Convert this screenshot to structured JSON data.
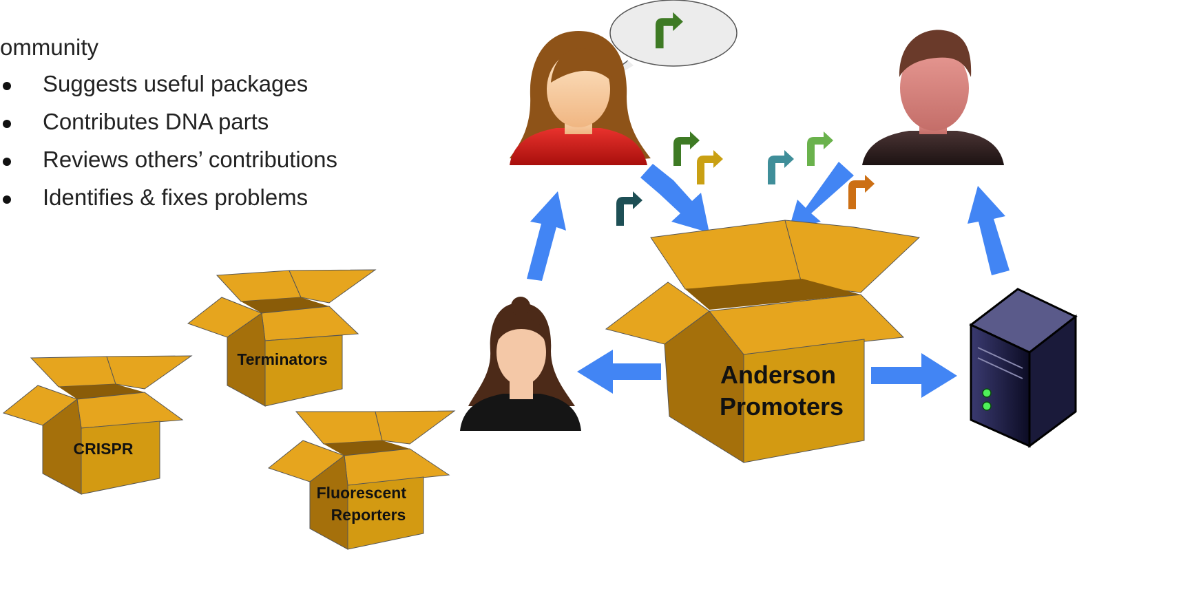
{
  "community": {
    "heading": "ommunity",
    "items": [
      "Suggests useful packages",
      "Contributes DNA parts",
      "Reviews others’ contributions",
      "Identifies & fixes problems"
    ]
  },
  "boxes": {
    "main": [
      "Anderson",
      "Promoters"
    ],
    "terminators": "Terminators",
    "crispr": "CRISPR",
    "fluorescent": [
      "Fluorescent",
      "Reporters"
    ]
  },
  "colors": {
    "arrow": "#4285f4",
    "box_front": "#d39a12",
    "box_side": "#a5700b",
    "box_flap": "#e6a51e",
    "promoter_arrows": [
      "#1d4f55",
      "#3e7a24",
      "#c9a013",
      "#3f8e99",
      "#6ab24c",
      "#cc6f14",
      "#2e6e2a"
    ]
  },
  "icons": [
    "speech-bubble-icon",
    "promoter-arrow-icon",
    "woman-avatar-icon",
    "man-avatar-icon",
    "woman-dark-avatar-icon",
    "server-icon",
    "box-icon"
  ]
}
